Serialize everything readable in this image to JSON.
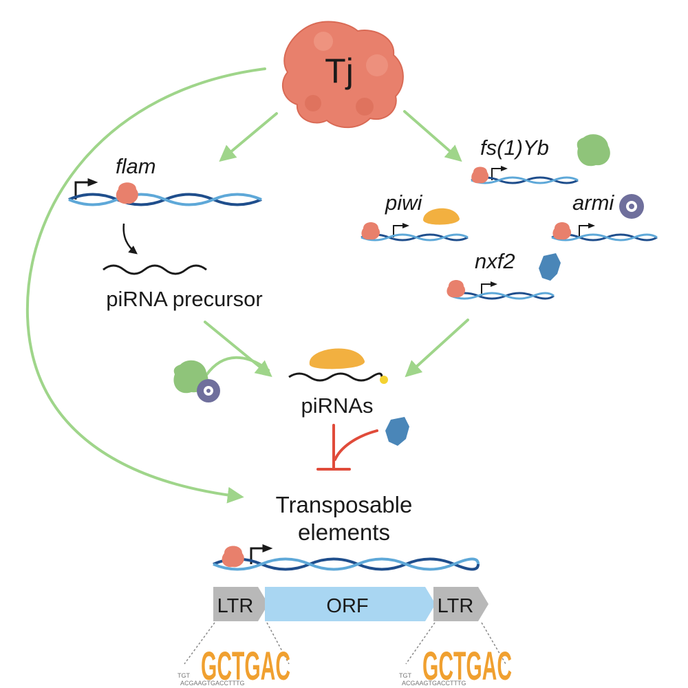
{
  "protein": {
    "label": "Tj"
  },
  "genes": {
    "flam": "flam",
    "fs1yb": "fs(1)Yb",
    "piwi": "piwi",
    "armi": "armi",
    "nxf2": "nxf2"
  },
  "labels": {
    "precursor": "piRNA precursor",
    "pirnas": "piRNAs",
    "te_line1": "Transposable",
    "te_line2": "elements"
  },
  "elements": {
    "ltr_left": "LTR",
    "orf": "ORF",
    "ltr_right": "LTR"
  },
  "motif": {
    "left": "GCTGAC",
    "right": "GCTGAC"
  },
  "colors": {
    "tj": "#e8806c",
    "activation_arrow": "#9fd58a",
    "repression": "#e04b3a",
    "dna_dark": "#1f4e8c",
    "dna_light": "#5ea8d8",
    "yb_protein": "#8fc47a",
    "piwi_protein": "#f2b040",
    "armi_protein": "#6f6f9c",
    "nxf2_protein": "#4a86b8",
    "ltr_box": "#b8b8b8",
    "orf_box": "#a9d6f2"
  }
}
